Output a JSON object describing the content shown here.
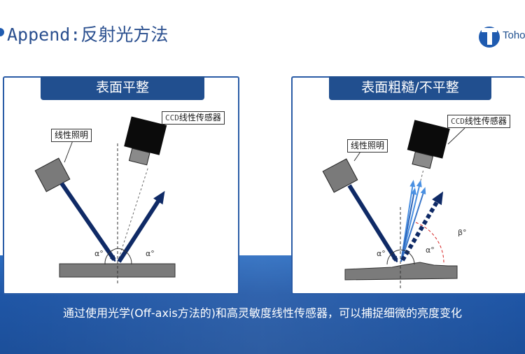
{
  "header": {
    "title": "Append:反射光方法"
  },
  "logo": {
    "text": "Toho"
  },
  "left_panel": {
    "title": "表面平整",
    "light_label": "线性照明",
    "sensor_prefix": "CCD",
    "sensor_label": "线性传感器",
    "angle_in": "α°",
    "angle_out": "α°"
  },
  "right_panel": {
    "title": "表面粗糙/不平整",
    "light_label": "线性照明",
    "sensor_prefix": "CCD",
    "sensor_label": "线性传感器",
    "angle_in": "α°",
    "angle_out": "α°",
    "angle_beta": "β°"
  },
  "footer": {
    "caption": "通过使用光学(Off-axis方法的)和高灵敏度线性传感器，可以捕捉细微的亮度变化"
  },
  "colors": {
    "accent": "#214f8f",
    "band": "#1f56a6",
    "arrow": "#0f2a66",
    "light_arrow": "#4a90e2"
  }
}
